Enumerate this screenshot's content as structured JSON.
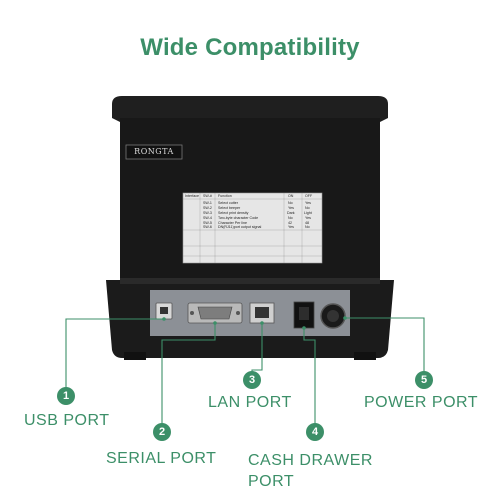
{
  "title": "Wide Compatibility",
  "brand_logo": "RONGTA",
  "colors": {
    "accent": "#3c8f68",
    "printer_body": "#1f1f1f",
    "panel": "#8c9096"
  },
  "icons": [
    "printer-icon",
    "usb-port-icon",
    "serial-port-icon",
    "lan-port-icon",
    "cash-drawer-port-icon",
    "power-port-icon"
  ],
  "spec_table": {
    "headers": [
      "Interface",
      "SW-#",
      "Function",
      "ON",
      "OFF"
    ],
    "rows": [
      [
        "",
        "SW-1",
        "Select cutter",
        "No",
        "Yes"
      ],
      [
        "",
        "SW-2",
        "Select beeper",
        "Yes",
        "No"
      ],
      [
        "",
        "SW-3",
        "Select print density",
        "Dark",
        "Light"
      ],
      [
        "",
        "SW-4",
        "Two-byte character Code",
        "No",
        "Yes"
      ],
      [
        "",
        "SW-5",
        "Character Per line",
        "42",
        "48"
      ],
      [
        "",
        "SW-6",
        "DN(RJ11)port output signal",
        "Yes",
        "No"
      ]
    ]
  },
  "ports": [
    {
      "number": "1",
      "label": "USB PORT"
    },
    {
      "number": "2",
      "label": "SERIAL PORT"
    },
    {
      "number": "3",
      "label": "LAN PORT"
    },
    {
      "number": "4",
      "label": "CASH DRAWER PORT"
    },
    {
      "number": "5",
      "label": "POWER PORT"
    }
  ]
}
